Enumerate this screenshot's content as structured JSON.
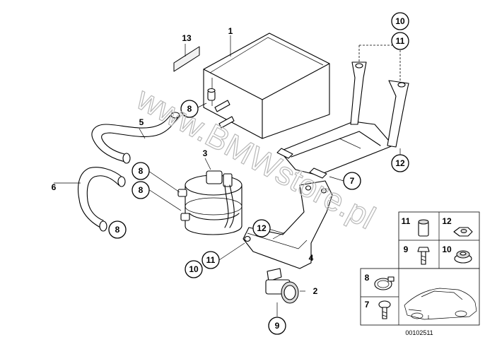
{
  "watermark": "www.BMWstore.pl",
  "callouts": {
    "p1": "1",
    "p2": "2",
    "p3": "3",
    "p4": "4",
    "p5": "5",
    "p6": "6",
    "p7": "7",
    "p8a": "8",
    "p8b": "8",
    "p8c": "8",
    "p8d": "8",
    "p9": "9",
    "p10a": "10",
    "p10b": "10",
    "p11a": "11",
    "p11b": "11",
    "p12a": "12",
    "p12b": "12",
    "p13": "13"
  },
  "legend": {
    "c11": "11",
    "c12": "12",
    "c9": "9",
    "c10": "10",
    "c8": "8",
    "c7": "7",
    "code": "00102511"
  }
}
